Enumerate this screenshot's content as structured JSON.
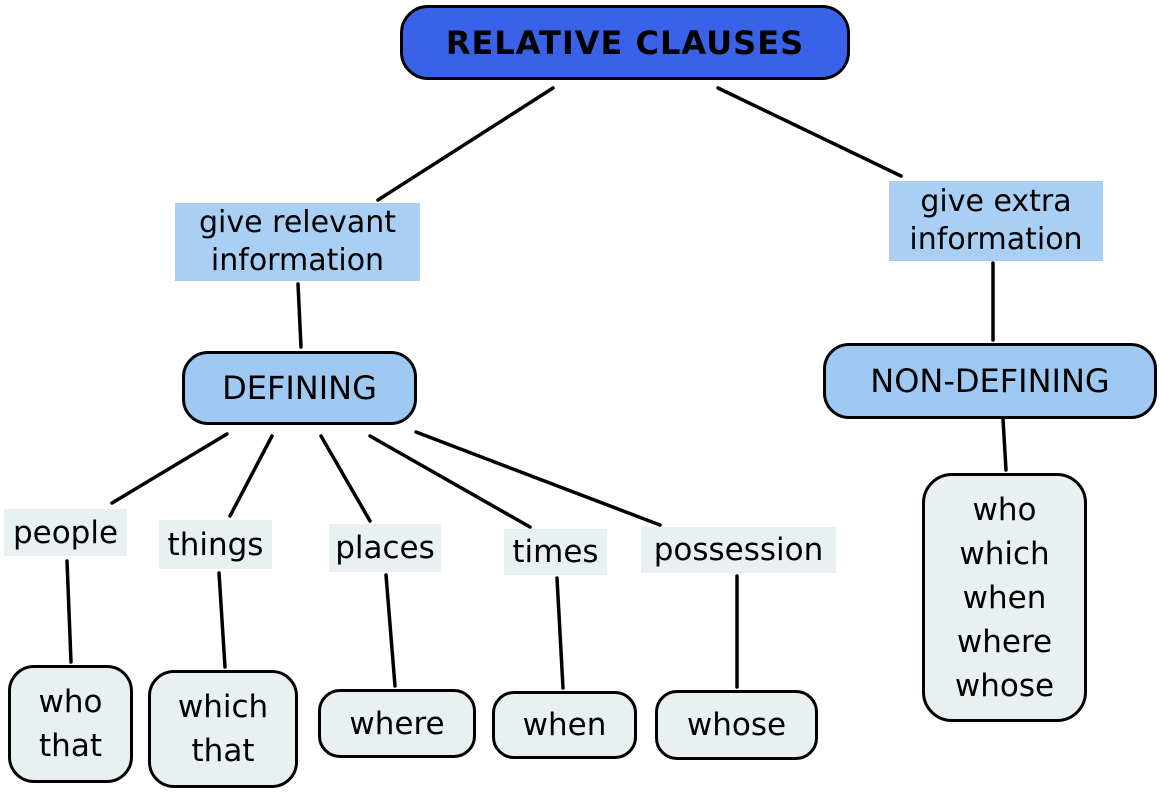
{
  "colors": {
    "root_fill": "#3A62E9",
    "branch_fill": "#9DC9F3",
    "highlight_fill": "#A9CFF4",
    "leaf_fill": "#E9F0F2",
    "line": "#000000",
    "border": "#000000",
    "text": "#000000"
  },
  "root": {
    "label": "RELATIVE CLAUSES"
  },
  "defining": {
    "description": [
      "give relevant",
      "information"
    ],
    "label": "DEFINING",
    "categories": [
      {
        "label": "people",
        "pronouns": [
          "who",
          "that"
        ]
      },
      {
        "label": "things",
        "pronouns": [
          "which",
          "that"
        ]
      },
      {
        "label": "places",
        "pronouns": [
          "where"
        ]
      },
      {
        "label": "times",
        "pronouns": [
          "when"
        ]
      },
      {
        "label": "possession",
        "pronouns": [
          "whose"
        ]
      }
    ]
  },
  "non_defining": {
    "description": [
      "give extra",
      "information"
    ],
    "label": "NON-DEFINING",
    "pronouns": [
      "who",
      "which",
      "when",
      "where",
      "whose"
    ]
  }
}
